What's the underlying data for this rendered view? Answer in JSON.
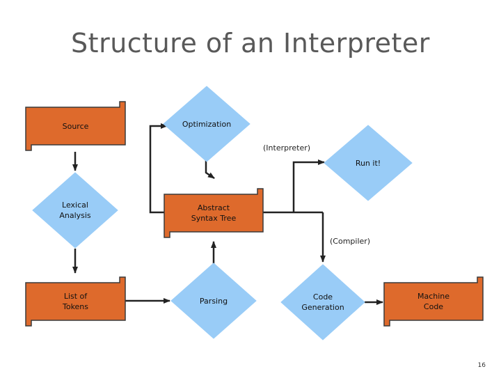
{
  "title": "Structure of an Interpreter",
  "nodes": {
    "source": "Source",
    "lexical_analysis": "Lexical\nAnalysis",
    "list_of_tokens": "List of\nTokens",
    "parsing": "Parsing",
    "abstract_syntax_tree": "Abstract\nSyntax Tree",
    "optimization": "Optimization",
    "run_it": "Run it!",
    "code_generation": "Code\nGeneration",
    "machine_code": "Machine\nCode"
  },
  "edge_labels": {
    "interpreter": "(Interpreter)",
    "compiler": "(Compiler)"
  },
  "page_number": "16",
  "colors": {
    "box_fill": "#de6a2c",
    "box_stroke": "#3a3a3a",
    "diamond_fill": "#99ccf7",
    "title": "#595959",
    "arrow": "#222222"
  }
}
